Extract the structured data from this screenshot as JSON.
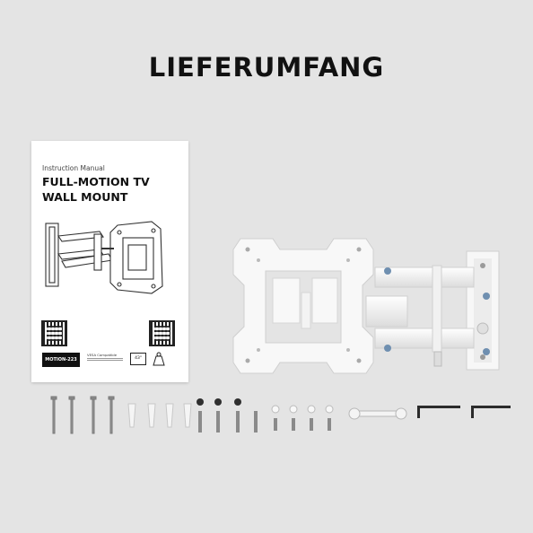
{
  "page": {
    "title": "LIEFERUMFANG"
  },
  "manual": {
    "subtitle": "Instruction Manual",
    "title_line1": "FULL-MOTION TV",
    "title_line2": "WALL MOUNT",
    "model": "MOTION-223",
    "compat_label": "VESA Compatible",
    "size": "43\""
  },
  "colors": {
    "background": "#e4e4e4",
    "manual_paper": "#ffffff",
    "mount_white": "#f6f6f6",
    "metal": "#8a8a8a",
    "dark_metal": "#333333"
  },
  "icons": {
    "qr_code": "qr-code-icon",
    "weight": "weight-icon",
    "screen_size": "screen-size-icon"
  }
}
